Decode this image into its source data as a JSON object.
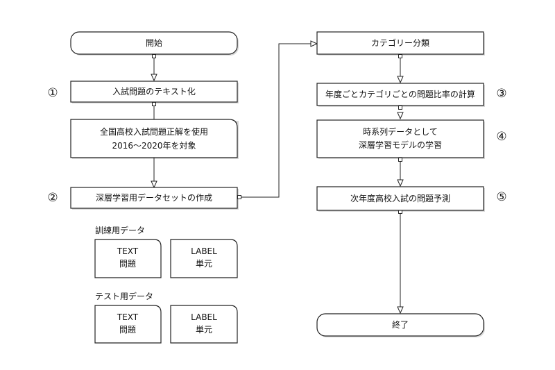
{
  "left": {
    "start": "開始",
    "step1": "入試問題のテキスト化",
    "step1_marker": "①",
    "source_line1": "全国高校入試問題正解を使用",
    "source_line2": "2016〜2020年を対象",
    "step2": "深層学習用データセットの作成",
    "step2_marker": "②",
    "train": {
      "label": "訓練用データ",
      "text_title": "TEXT",
      "text_sub": "問題",
      "label_title": "LABEL",
      "label_sub": "単元"
    },
    "test": {
      "label": "テスト用データ",
      "text_title": "TEXT",
      "text_sub": "問題",
      "label_title": "LABEL",
      "label_sub": "単元"
    }
  },
  "right": {
    "category": "カテゴリー分類",
    "step3": "年度ごとカテゴリごとの問題比率の計算",
    "step3_marker": "③",
    "step4_line1": "時系列データとして",
    "step4_line2": "深層学習モデルの学習",
    "step4_marker": "④",
    "step5": "次年度高校入試の問題予測",
    "step5_marker": "⑤",
    "end": "終了"
  }
}
